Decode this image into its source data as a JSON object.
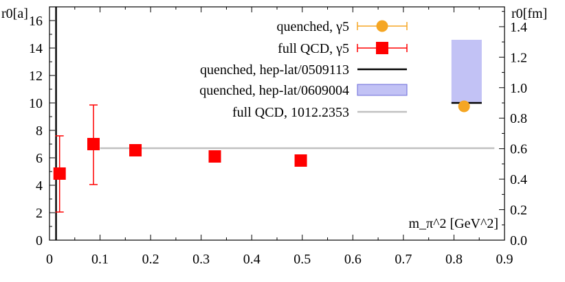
{
  "chart_data": {
    "type": "scatter",
    "xlim": [
      0,
      0.9
    ],
    "ylim_left": [
      0,
      17
    ],
    "ylim_right_fm": [
      0,
      1.53
    ],
    "x_ticks": [
      "0",
      "0.1",
      "0.2",
      "0.3",
      "0.4",
      "0.5",
      "0.6",
      "0.7",
      "0.8",
      "0.9"
    ],
    "y_ticks_left": [
      "0",
      "2",
      "4",
      "6",
      "8",
      "10",
      "12",
      "14",
      "16"
    ],
    "y_ticks_right": [
      "0.0",
      "0.2",
      "0.4",
      "0.6",
      "0.8",
      "1.0",
      "1.2",
      "1.4"
    ],
    "ylabel_left": "r0[a]",
    "ylabel_right": "r0[fm]",
    "xlabel": "m_π^2 [GeV^2]",
    "legend_position": "top-right",
    "grid": false,
    "series": [
      {
        "name": "quenched, γ5",
        "marker": "circle",
        "color": "#f5a623",
        "points": [
          {
            "x": 0.82,
            "y": 9.75
          }
        ]
      },
      {
        "name": "full QCD, γ5",
        "marker": "square",
        "color": "#ff0000",
        "points": [
          {
            "x": 0.02,
            "y": 4.85,
            "ylow": 2.05,
            "yhigh": 7.6
          },
          {
            "x": 0.087,
            "y": 7.0,
            "ylow": 4.05,
            "yhigh": 9.85
          },
          {
            "x": 0.17,
            "y": 6.55,
            "ylow": 6.3,
            "yhigh": 6.8
          },
          {
            "x": 0.327,
            "y": 6.1,
            "ylow": 6.1,
            "yhigh": 6.1
          },
          {
            "x": 0.497,
            "y": 5.8,
            "ylow": 5.8,
            "yhigh": 5.8
          }
        ]
      },
      {
        "name": "quenched, hep-lat/0509113",
        "style": "vertical-line",
        "color": "#000000",
        "x": 0.013,
        "segment": {
          "x_from": 0.795,
          "x_to": 0.855,
          "y": 10.0
        }
      },
      {
        "name": "quenched, hep-lat/0609004",
        "style": "band",
        "color": "#c2c2f5",
        "x_from": 0.795,
        "x_to": 0.855,
        "y_from": 10.0,
        "y_to": 14.6
      },
      {
        "name": "full QCD, 1012.2353",
        "style": "horizontal-line",
        "color": "#c0c0c0",
        "y": 6.7,
        "x_from": 0.1,
        "x_to": 0.88
      }
    ]
  }
}
